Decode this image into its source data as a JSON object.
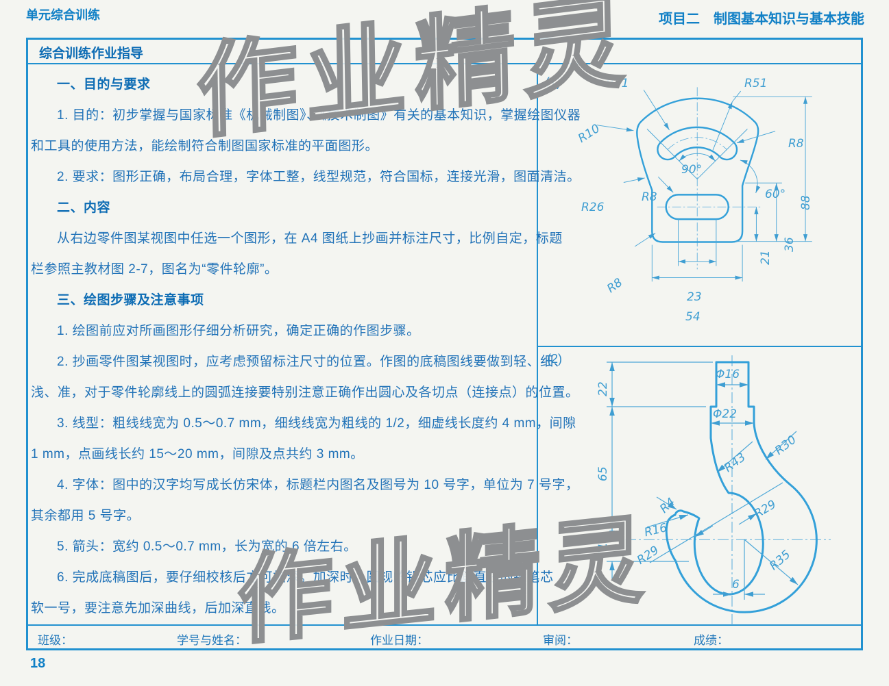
{
  "page": {
    "header_left": "单元综合训练",
    "header_right": "项目二　制图基本知识与基本技能",
    "page_number": "18",
    "watermark": "作业精灵"
  },
  "panel": {
    "title": "综合训练作业指导"
  },
  "instructions": {
    "lines": [
      "一、目的与要求",
      "1. 目的：初步掌握与国家标准《机械制图》、《技术制图》有关的基本知识，掌握绘图仪器",
      "和工具的使用方法，能绘制符合制图国家标准的平面图形。",
      "2. 要求：图形正确，布局合理，字体工整，线型规范，符合国标，连接光滑，图面清洁。",
      "二、内容",
      "从右边零件图某视图中任选一个图形，在 A4 图纸上抄画并标注尺寸，比例自定，标题",
      "栏参照主教材图 2-7，图名为“零件轮廓”。",
      "三、绘图步骤及注意事项",
      "1. 绘图前应对所画图形仔细分析研究，确定正确的作图步骤。",
      "2. 抄画零件图某视图时，应考虑预留标注尺寸的位置。作图的底稿图线要做到轻、细、",
      "浅、准，对于零件轮廓线上的圆弧连接要特别注意正确作出圆心及各切点（连接点）的位置。",
      "3. 线型：粗线线宽为 0.5～0.7 mm，细线线宽为粗线的 1/2，细虚线长度约 4 mm，间隙",
      "1 mm，点画线长约 15～20 mm，间隙及点共约 3 mm。",
      "4. 字体：图中的汉字均写成长仿宋体，标题栏内图名及图号为 10 号字，单位为 7 号字，",
      "其余都用 5 号字。",
      "5. 箭头：宽约 0.5～0.7 mm，长为宽的 6 倍左右。",
      "6. 完成底稿图后，要仔细校核后方可加深。加深时，圆规的铅芯应比画直线的铅笔芯",
      "软一号，要注意先加深曲线，后加深直线。"
    ]
  },
  "figure1": {
    "label": "(1)",
    "r31": "R31",
    "r51": "R51",
    "r10": "R10",
    "r8_right": "R8",
    "r26": "R26",
    "r8_slot": "R8",
    "r8_corner": "R8",
    "angle90": "90°",
    "angle60": "60°",
    "d23": "23",
    "d54": "54",
    "d21": "21",
    "d36": "36",
    "d88": "88"
  },
  "figure2": {
    "label": "(2)",
    "d22": "22",
    "phi16": "Φ16",
    "phi22": "Φ22",
    "d65": "65",
    "d11": "11",
    "d6": "6",
    "r43": "R43",
    "r30": "R30",
    "r4": "R4",
    "r16": "R16",
    "r29_left": "R29",
    "r29_right": "R29",
    "r35": "R35"
  },
  "footer": {
    "fields": [
      "班级：",
      "学号与姓名：",
      "作业日期：",
      "审阅：",
      "成绩："
    ]
  },
  "colors": {
    "line_blue": "#33a0d9",
    "text_blue": "#2273b8",
    "heading_blue": "#0d6cb4"
  }
}
